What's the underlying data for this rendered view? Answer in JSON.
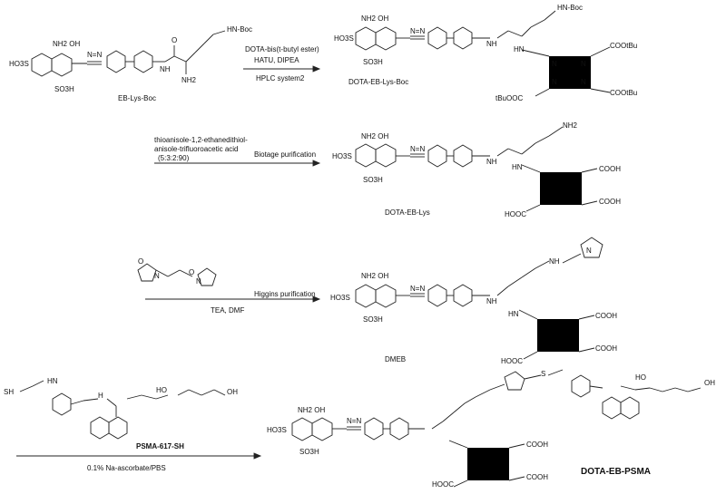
{
  "compounds": {
    "eb_lys_boc": "EB-Lys-Boc",
    "dota_eb_lys_boc": "DOTA-EB-Lys-Boc",
    "dota_eb_lys": "DOTA-EB-Lys",
    "dmeb": "DMEB",
    "psma_617_sh": "PSMA-617-SH",
    "dota_eb_psma": "DOTA-EB-PSMA"
  },
  "step1": {
    "reagent_line1": "DOTA-bis(t-butyl ester)",
    "reagent_line2": "HATU, DIPEA",
    "reagent_line3": "HPLC system2"
  },
  "step2": {
    "reagent_line1": "thioanisole-1,2-ethanedithiol-",
    "reagent_line2": "anisole-trifluoroacetic acid",
    "reagent_line3": "(5:3:2:90)",
    "purification": "Biotage purification"
  },
  "step3": {
    "reagent": "TEA, DMF",
    "purification": "Higgins purification"
  },
  "step4": {
    "reagent": "0.1% Na-ascorbate/PBS"
  },
  "atoms": {
    "nh2oh": "NH2 OH",
    "so3h": "SO3H",
    "ho3s": "HO3S",
    "nh_boc": "HN-Boc",
    "nh2": "NH2",
    "nh": "NH",
    "hn": "HN",
    "n_eq_n": "N=N",
    "cooh": "COOH",
    "hooc": "HOOC",
    "cootbu": "COOtBu",
    "tbuooc": "tBuOOC",
    "n": "N",
    "o": "O",
    "s": "S",
    "sh": "SH",
    "oh": "OH",
    "ho": "HO",
    "h": "H"
  }
}
